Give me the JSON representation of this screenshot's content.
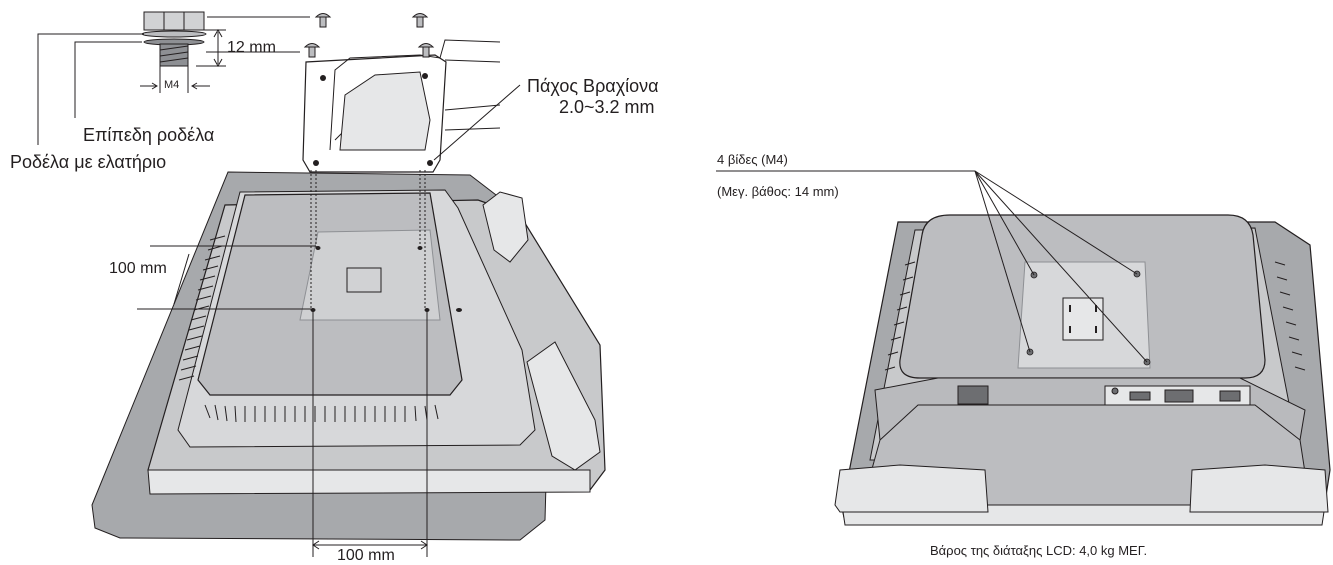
{
  "left_diagram": {
    "screw_length": "12 mm",
    "screw_thread": "M4",
    "flat_washer": "Επίπεδη ροδέλα",
    "spring_washer": "Ροδέλα με ελατήριο",
    "arm_thickness_title": "Πάχος Βραχίονα",
    "arm_thickness_value": "2.0~3.2 mm",
    "vertical_spacing": "100 mm",
    "horizontal_spacing": "100 mm"
  },
  "right_diagram": {
    "screws_label": "4 βίδες (M4)",
    "max_depth_label": "(Μεγ. βάθος: 14 mm)",
    "weight_caption": "Βάρος της διάταξης LCD: 4,0 kg ΜΕΓ."
  },
  "colors": {
    "line": "#231f20",
    "panel_light": "#d7d8da",
    "panel_mid": "#b9babd",
    "panel_dark": "#8e9094",
    "base_grey": "#a7a9ac"
  }
}
